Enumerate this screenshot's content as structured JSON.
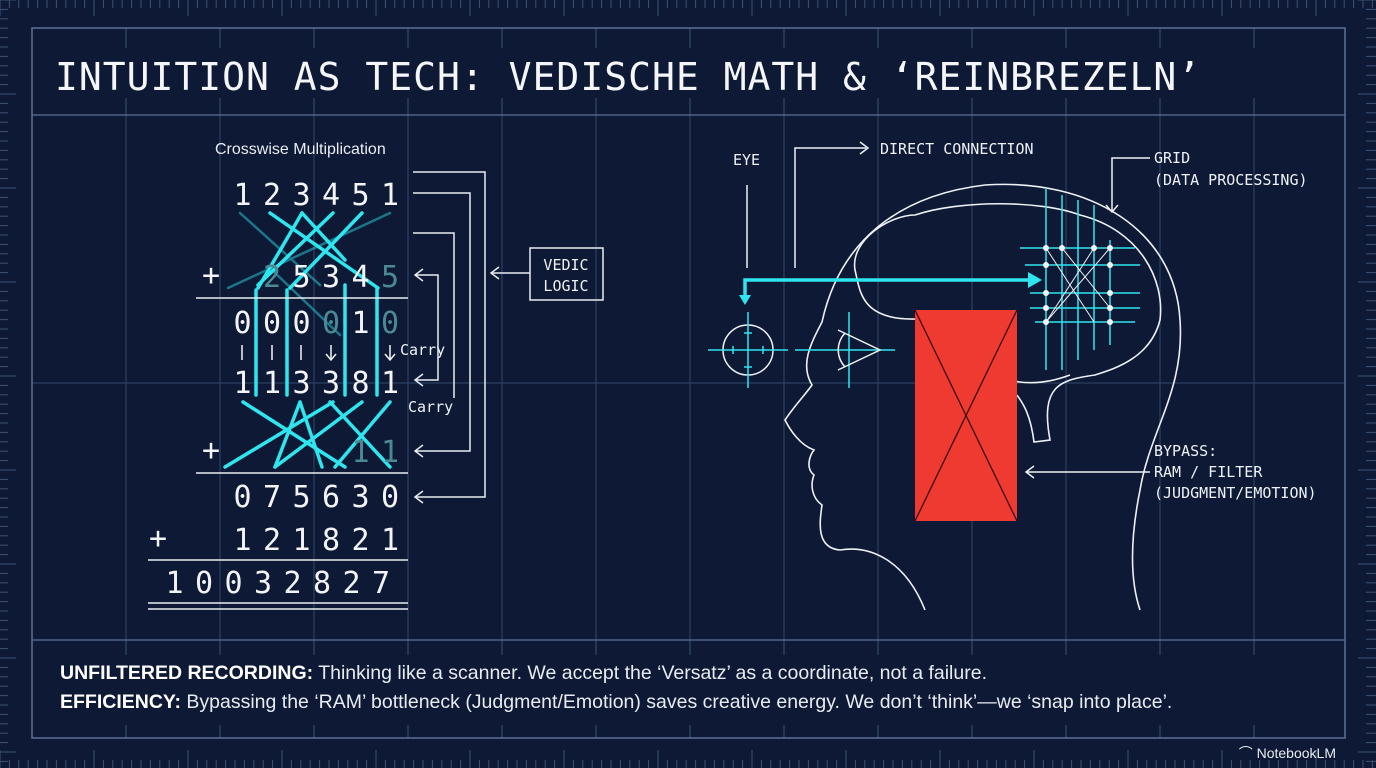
{
  "title": "INTUITION AS TECH: VEDISCHE MATH & ‘REINBREZELN’",
  "math": {
    "heading": "Crosswise Multiplication",
    "rows": [
      {
        "prefix": "",
        "digits": "123451"
      },
      {
        "prefix": "+",
        "digits": "25345"
      },
      {
        "prefix": "",
        "digits": "000010"
      },
      {
        "prefix": "",
        "digits": "113381"
      },
      {
        "prefix": "+",
        "digits": "11"
      },
      {
        "prefix": "",
        "digits": "075630"
      },
      {
        "prefix": "+",
        "digits": "121821"
      },
      {
        "prefix": "",
        "digits": "1003282 7"
      }
    ],
    "carry_label_1": "Carry",
    "carry_label_2": "Carry",
    "vedic_logic": [
      "VEDIC",
      "LOGIC"
    ]
  },
  "head": {
    "eye_label": "EYE",
    "direct_connection": "DIRECT CONNECTION",
    "grid_label": [
      "GRID",
      "(DATA PROCESSING)"
    ],
    "bypass_label": [
      "BYPASS:",
      "RAM / FILTER",
      "(JUDGMENT/EMOTION)"
    ],
    "accent": "#2ee6f0",
    "block_color": "#ef3a31"
  },
  "captions": [
    {
      "bold": "UNFILTERED RECORDING:",
      "text": " Thinking like a scanner. We accept the ‘Versatz’ as a coordinate, not a failure."
    },
    {
      "bold": "EFFICIENCY:",
      "text": " Bypassing the ‘RAM’ bottleneck (Judgment/Emotion) saves creative energy. We don’t ‘think’—we ‘snap into place’."
    }
  ],
  "brand": "NotebookLM"
}
